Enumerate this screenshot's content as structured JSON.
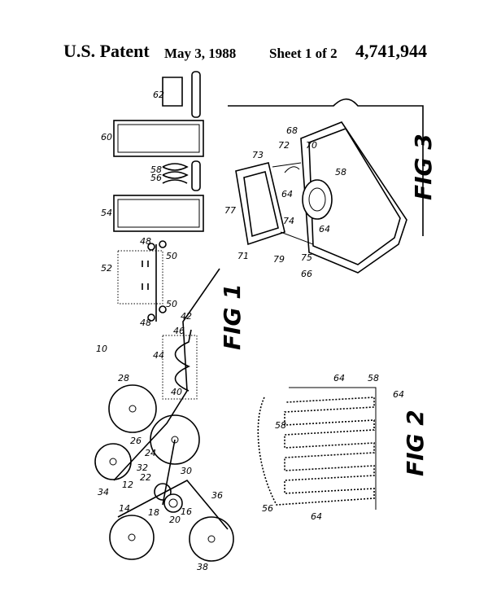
{
  "header": {
    "patent": "U.S. Patent",
    "date": "May 3, 1988",
    "sheet": "Sheet 1 of 2",
    "number": "4,741,944"
  },
  "figures": {
    "fig1": "FIG 1",
    "fig2": "FIG 2",
    "fig3": "FIG 3"
  },
  "fig1_labels": {
    "l10": "10",
    "l12": "12",
    "l14": "14",
    "l16": "16",
    "l18": "18",
    "l20": "20",
    "l22": "22",
    "l24": "24",
    "l26": "26",
    "l28": "28",
    "l30": "30",
    "l32": "32",
    "l34": "34",
    "l36": "36",
    "l38": "38",
    "l40": "40",
    "l42": "42",
    "l44": "44",
    "l46": "46",
    "l48a": "48",
    "l48b": "48",
    "l50a": "50",
    "l50b": "50",
    "l52": "52",
    "l54": "54",
    "l56": "56",
    "l58": "58",
    "l60": "60",
    "l62": "62"
  },
  "fig2_labels": {
    "l56": "56",
    "l58a": "58",
    "l58b": "58",
    "l64a": "64",
    "l64b": "64",
    "l64c": "64"
  },
  "fig3_labels": {
    "l58": "58",
    "l64a": "64",
    "l64b": "64",
    "l66": "66",
    "l68": "68",
    "l70": "70",
    "l71": "71",
    "l72": "72",
    "l73": "73",
    "l74": "74",
    "l75": "75",
    "l77": "77",
    "l79": "79"
  }
}
